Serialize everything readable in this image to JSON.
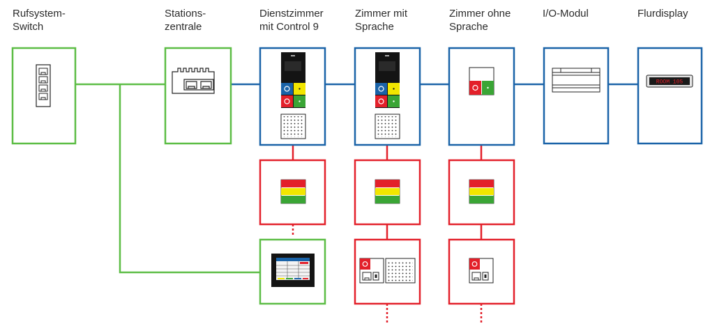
{
  "columns": [
    {
      "id": "switch",
      "label": "Rufsystem-\nSwitch"
    },
    {
      "id": "station",
      "label": "Stations-\nzentrale"
    },
    {
      "id": "duty",
      "label": "Dienstzimmer\nmit Control 9"
    },
    {
      "id": "speech",
      "label": "Zimmer mit\nSprache"
    },
    {
      "id": "nospeech",
      "label": "Zimmer ohne\nSprache"
    },
    {
      "id": "io",
      "label": "I/O-Modul"
    },
    {
      "id": "display",
      "label": "Flurdisplay"
    }
  ],
  "display_text": "ROOM 105",
  "colors": {
    "network_green": "#5cbd45",
    "bus_blue": "#1a63a8",
    "module_red": "#e3202a",
    "signal_yellow": "#f2e600",
    "signal_green": "#3aa535",
    "device_black": "#141414"
  }
}
